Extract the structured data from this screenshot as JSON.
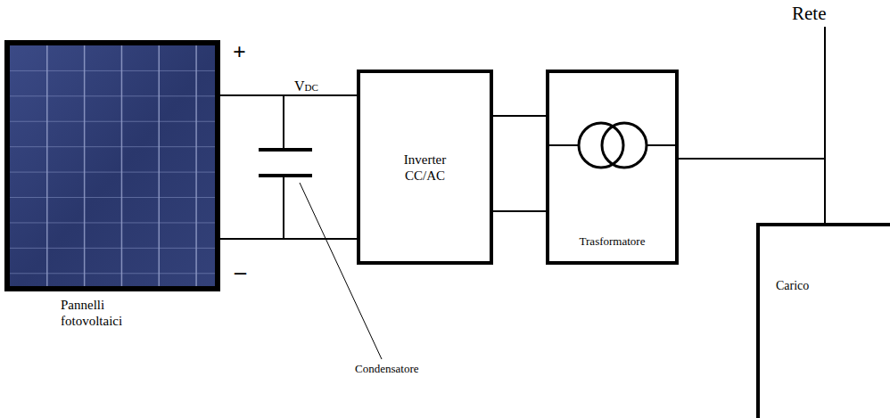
{
  "diagram": {
    "nodes": [
      {
        "text": [
          "Pannelli fotovoltaici"
        ]
      },
      {
        "text": [
          "Inverter CC/AC"
        ]
      },
      {
        "text": [
          "Trasformatore"
        ]
      },
      {
        "text": [
          "Carico"
        ]
      }
    ],
    "edges": [
      {
        "from": 0,
        "to": 1,
        "arrow": "none"
      },
      {
        "from": 0,
        "to": 1,
        "arrow": "none"
      },
      {
        "from": 1,
        "to": 2,
        "arrow": "none"
      },
      {
        "from": 1,
        "to": 2,
        "arrow": "none"
      },
      {
        "from": 2,
        "to": 3,
        "arrow": "none"
      }
    ],
    "labels": [
      "+",
      "–",
      "VDC",
      "Condensatore",
      "Rete"
    ]
  }
}
